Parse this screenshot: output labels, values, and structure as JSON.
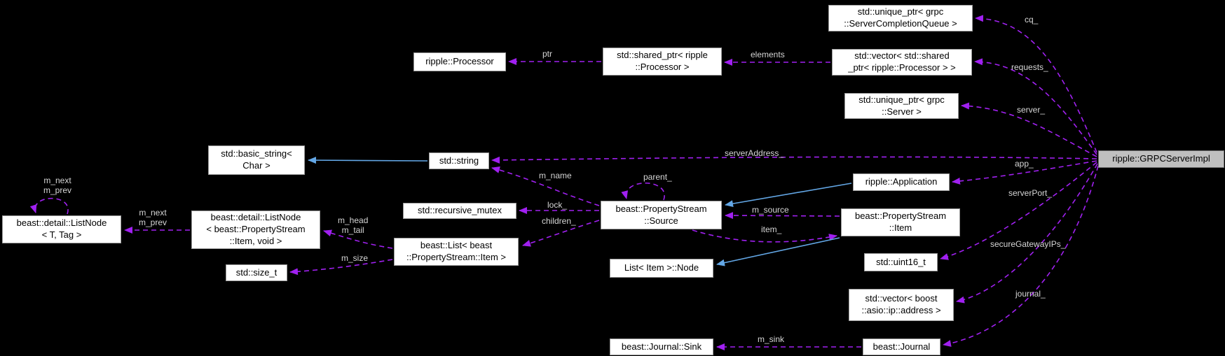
{
  "diagram": {
    "type": "doxygen-collaboration-graph",
    "focus_class": "ripple::GRPCServerImpl"
  },
  "colors": {
    "background": "#000000",
    "node_fill": "#ffffff",
    "node_border": "#9a9a9a",
    "focus_fill": "#bfbfbf",
    "focus_border": "#6f6f6f",
    "node_text": "#000000",
    "usage_edge": "#a020f0",
    "inheritance_edge": "#63a7e6",
    "edge_label": "#d6d6d6"
  },
  "nodes": [
    {
      "id": "unique-ptr-completion-queue",
      "label": "std::unique_ptr< grpc\n::ServerCompletionQueue >"
    },
    {
      "id": "processor",
      "label": "ripple::Processor"
    },
    {
      "id": "shared-ptr-processor",
      "label": "std::shared_ptr< ripple\n::Processor >"
    },
    {
      "id": "vector-shared-ptr-processor",
      "label": "std::vector< std::shared\n_ptr< ripple::Processor > >"
    },
    {
      "id": "unique-ptr-grpc-server",
      "label": "std::unique_ptr< grpc\n::Server >"
    },
    {
      "id": "basic-string",
      "label": "std::basic_string<\nChar >"
    },
    {
      "id": "string",
      "label": "std::string"
    },
    {
      "id": "grpc-server-impl",
      "label": "ripple::GRPCServerImpl"
    },
    {
      "id": "application",
      "label": "ripple::Application"
    },
    {
      "id": "listnode-generic",
      "label": "beast::detail::ListNode\n< T, Tag >"
    },
    {
      "id": "listnode-item",
      "label": "beast::detail::ListNode\n< beast::PropertyStream\n::Item, void >"
    },
    {
      "id": "recursive-mutex",
      "label": "std::recursive_mutex"
    },
    {
      "id": "property-stream-source",
      "label": "beast::PropertyStream\n::Source"
    },
    {
      "id": "property-stream-item",
      "label": "beast::PropertyStream\n::Item"
    },
    {
      "id": "beast-list",
      "label": "beast::List< beast\n::PropertyStream::Item >"
    },
    {
      "id": "size-t",
      "label": "std::size_t"
    },
    {
      "id": "list-item-node",
      "label": "List< Item >::Node"
    },
    {
      "id": "uint16-t",
      "label": "std::uint16_t"
    },
    {
      "id": "vector-ip-address",
      "label": "std::vector< boost\n::asio::ip::address >"
    },
    {
      "id": "journal-sink",
      "label": "beast::Journal::Sink"
    },
    {
      "id": "journal",
      "label": "beast::Journal"
    }
  ],
  "edges": [
    {
      "id": "cq",
      "label": "cq_",
      "type": "usage"
    },
    {
      "id": "requests",
      "label": "requests_",
      "type": "usage"
    },
    {
      "id": "server",
      "label": "server_",
      "type": "usage"
    },
    {
      "id": "serverAddress",
      "label": "serverAddress_",
      "type": "usage"
    },
    {
      "id": "app",
      "label": "app_",
      "type": "usage"
    },
    {
      "id": "serverPort",
      "label": "serverPort_",
      "type": "usage"
    },
    {
      "id": "secureGatewayIPs",
      "label": "secureGatewayIPs_",
      "type": "usage"
    },
    {
      "id": "journal-member",
      "label": "journal_",
      "type": "usage"
    },
    {
      "id": "elements",
      "label": "elements",
      "type": "usage"
    },
    {
      "id": "ptr",
      "label": "ptr",
      "type": "usage"
    },
    {
      "id": "m-name",
      "label": "m_name",
      "type": "usage"
    },
    {
      "id": "lock",
      "label": "lock_",
      "type": "usage"
    },
    {
      "id": "children",
      "label": "children_",
      "type": "usage"
    },
    {
      "id": "parent-self",
      "label": "parent_",
      "type": "usage"
    },
    {
      "id": "m-source",
      "label": "m_source",
      "type": "usage"
    },
    {
      "id": "item-member",
      "label": "item_",
      "type": "usage"
    },
    {
      "id": "m-next-prev-self",
      "label": "m_next\nm_prev",
      "type": "usage"
    },
    {
      "id": "m-next-prev",
      "label": "m_next\nm_prev",
      "type": "usage"
    },
    {
      "id": "m-head-tail",
      "label": "m_head\nm_tail",
      "type": "usage"
    },
    {
      "id": "m-size",
      "label": "m_size",
      "type": "usage"
    },
    {
      "id": "m-sink",
      "label": "m_sink",
      "type": "usage"
    }
  ]
}
